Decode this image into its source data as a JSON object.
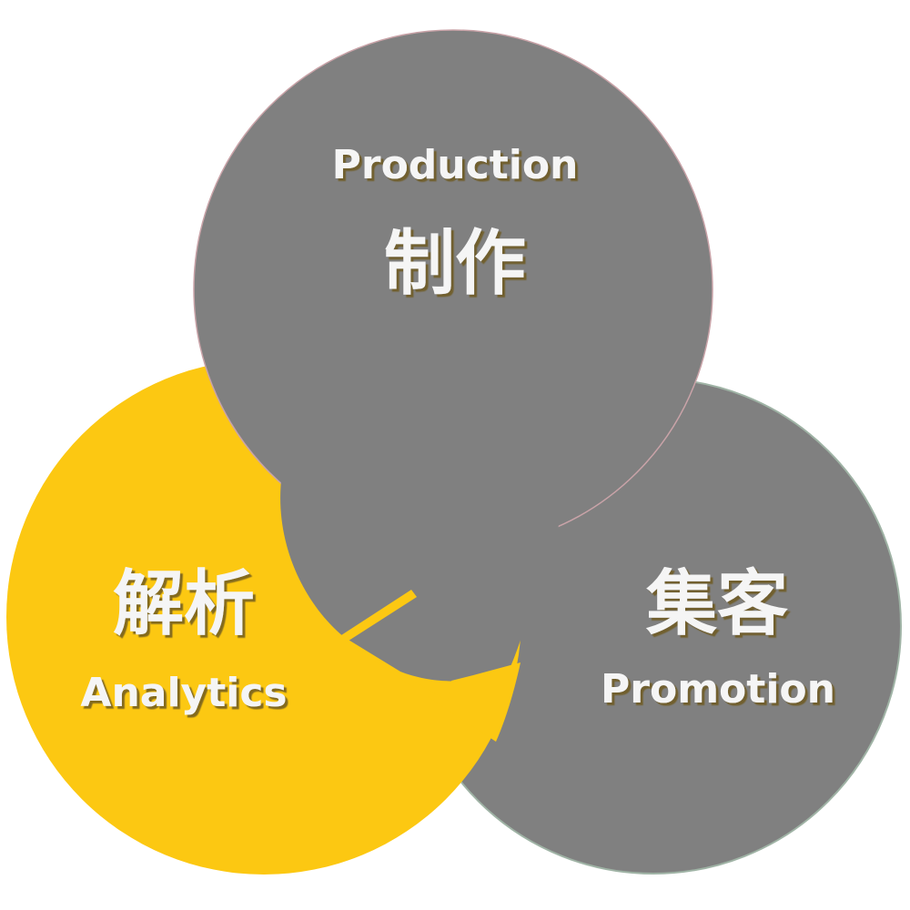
{
  "colors": {
    "background": "#ffffff",
    "gray": "#808080",
    "yellow": "#fcc812",
    "label_text": "#f5f5f5",
    "label_shadow": "#6e5a1e"
  },
  "production": {
    "en": "Production",
    "ja": "制作"
  },
  "promotion": {
    "en": "Promotion",
    "ja": "集客"
  },
  "analytics": {
    "en": "Analytics",
    "ja": "解析"
  }
}
